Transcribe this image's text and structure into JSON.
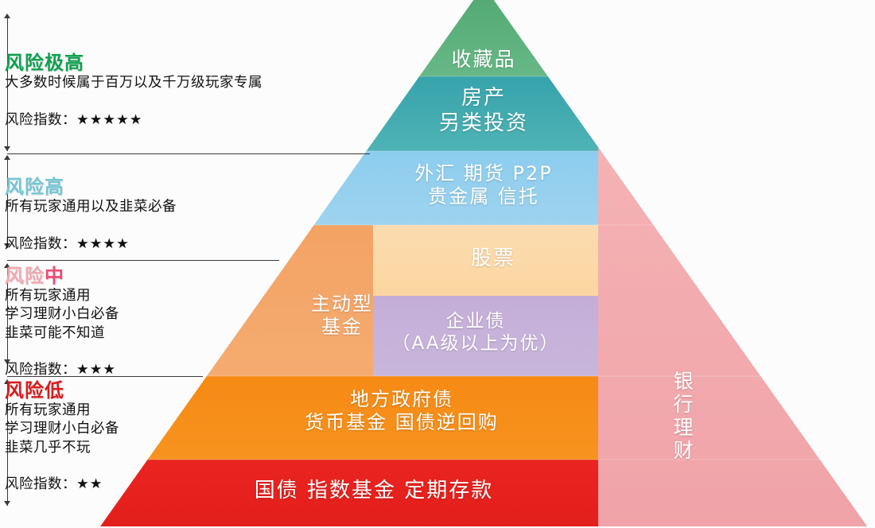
{
  "figure": {
    "type": "risk-pyramid-infographic",
    "language": "zh-CN"
  },
  "colors": {
    "tier_collectibles": "#5ab07a",
    "tier_property": "#3fa9ae",
    "tier_forex": "#8fcdec",
    "tier_stock": "#fad6a5",
    "tier_active_fund": "#f4a濃",
    "tier_active_fund_hex": "#f4a463",
    "tier_corporate_bond": "#c3aed6",
    "tier_local_gov": "#f58a1f",
    "tier_treasury": "#e8201c",
    "side_bank": "#f2a9ad",
    "label_extreme": "#10a050",
    "label_high": "#74c6d4",
    "label_mid": "#f0a8b0",
    "label_low": "#d81c1c",
    "rule": "#3a3a3a"
  },
  "legend": [
    {
      "id": "extreme",
      "title": "风险极高",
      "lines": "大多数时候属于百万以及千万级玩家专属",
      "risk_label": "风险指数：",
      "stars": "★★★★★",
      "star_count": 5
    },
    {
      "id": "high",
      "title": "风险高",
      "lines": "所有玩家通用以及韭菜必备",
      "risk_label": "风险指数：",
      "stars": "★★★★",
      "star_count": 4
    },
    {
      "id": "mid",
      "title": "风险中",
      "title_head": "风险",
      "title_accent": "中",
      "lines": "所有玩家通用\n学习理财小白必备\n韭菜可能不知道",
      "risk_label": "风险指数：",
      "stars": "★★★",
      "star_count": 3
    },
    {
      "id": "low",
      "title": "风险低",
      "title_head": "风险",
      "title_accent": "低",
      "lines": "所有玩家通用\n学习理财小白必备\n韭菜几乎不玩",
      "risk_label": "风险指数：",
      "stars": "★★",
      "star_count": 2
    }
  ],
  "pyramid": {
    "tiers": [
      {
        "id": "collectibles",
        "label": "收藏品",
        "color": "#5ab07a"
      },
      {
        "id": "property",
        "label": "房产\n另类投资",
        "color": "#3fa9ae"
      },
      {
        "id": "forex",
        "label": "外汇  期货  P2P\n贵金属  信托",
        "color": "#8fcdec"
      },
      {
        "id": "stock",
        "label": "股票",
        "color": "#fad6a5"
      },
      {
        "id": "active-fund",
        "label": "主动型\n基金",
        "color": "#f4a463"
      },
      {
        "id": "corporate-bond",
        "label": "企业债\n（AA级以上为优）",
        "color": "#c3aed6"
      },
      {
        "id": "local-gov-bond",
        "label": "地方政府债\n货币基金    国债逆回购",
        "color": "#f58a1f"
      },
      {
        "id": "treasury",
        "label": "国债    指数基金      定期存款",
        "color": "#e8201c"
      }
    ],
    "side_panel": {
      "id": "bank-wealth",
      "label": "银行理财",
      "color": "#f2a9ad"
    }
  }
}
